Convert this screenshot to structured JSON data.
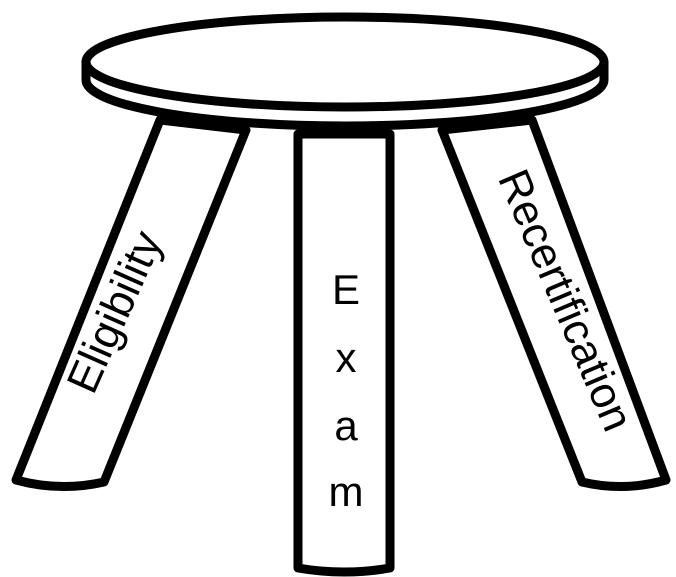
{
  "stool": {
    "legs": {
      "left": {
        "label": "Eligibility"
      },
      "middle": {
        "letters": [
          "E",
          "x",
          "a",
          "m"
        ]
      },
      "right": {
        "label": "Recertification"
      }
    }
  },
  "colors": {
    "stroke": "#000000",
    "fill": "#ffffff"
  }
}
